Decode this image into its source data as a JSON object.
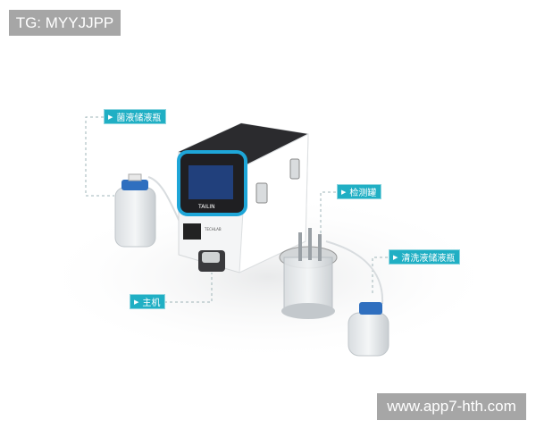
{
  "watermarks": {
    "top_left": "TG: MYYJJPP",
    "bottom_right": "www.app7-hth.com"
  },
  "callouts": [
    {
      "label": "菌液储液瓶"
    },
    {
      "label": "检测罐"
    },
    {
      "label": "清洗液储液瓶"
    },
    {
      "label": "主机"
    }
  ],
  "device": {
    "brand_logo": "TAILIN",
    "model_label": "TECHLAB"
  },
  "colors": {
    "accent": "#20afc4",
    "watermark_bg": "#a6a6a6",
    "device_bezel": "#1ea6d8",
    "device_top": "#2b2b2e"
  }
}
